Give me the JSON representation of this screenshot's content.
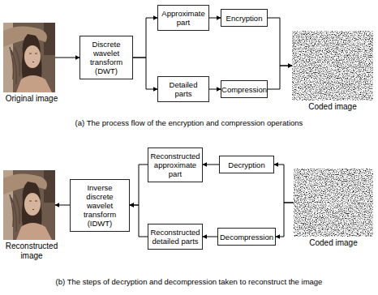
{
  "diagram": {
    "nodes": [
      {
        "text": [
          "Original image"
        ]
      },
      {
        "text": [
          "Discrete wavelet transform (DWT)"
        ]
      },
      {
        "text": [
          "Approximate part"
        ]
      },
      {
        "text": [
          "Encryption"
        ]
      },
      {
        "text": [
          "Detailed parts"
        ]
      },
      {
        "text": [
          "Compression"
        ]
      },
      {
        "text": [
          "Coded image"
        ]
      },
      {
        "text": [
          "Reconstructed approximate part"
        ]
      },
      {
        "text": [
          "Decryption"
        ]
      },
      {
        "text": [
          "Reconstructed image"
        ]
      },
      {
        "text": [
          "Inverse discrete wavelet transform (IDWT)"
        ]
      },
      {
        "text": [
          "Reconstructed detailed parts"
        ]
      },
      {
        "text": [
          "Decompression"
        ]
      },
      {
        "text": [
          "Coded image"
        ]
      }
    ],
    "edges": [
      {
        "from": 0,
        "to": 1,
        "arrow": "to"
      },
      {
        "from": 1,
        "to": 2,
        "arrow": "to"
      },
      {
        "from": 1,
        "to": 4,
        "arrow": "to"
      },
      {
        "from": 2,
        "to": 3,
        "arrow": "to"
      },
      {
        "from": 4,
        "to": 5,
        "arrow": "to"
      },
      {
        "from": 3,
        "to": 6,
        "arrow": "to"
      },
      {
        "from": 5,
        "to": 6,
        "arrow": "to"
      },
      {
        "from": 13,
        "to": 8,
        "arrow": "to"
      },
      {
        "from": 13,
        "to": 12,
        "arrow": "to"
      },
      {
        "from": 8,
        "to": 7,
        "arrow": "to"
      },
      {
        "from": 12,
        "to": 11,
        "arrow": "to"
      },
      {
        "from": 7,
        "to": 10,
        "arrow": "to"
      },
      {
        "from": 11,
        "to": 10,
        "arrow": "to"
      },
      {
        "from": 10,
        "to": 9,
        "arrow": "to"
      }
    ],
    "labels": [
      "(a) The process flow of the encryption and compression operations",
      "(b) The steps of decryption and decompression taken to reconstruct the image"
    ]
  }
}
